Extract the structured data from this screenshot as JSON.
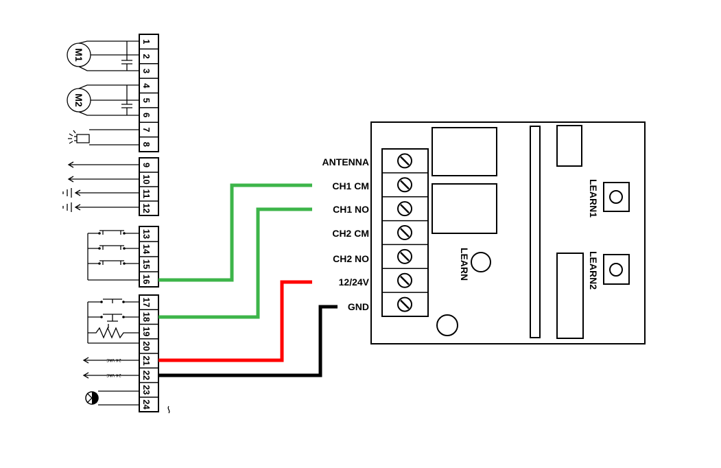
{
  "colors": {
    "wire_green": "#3db54a",
    "wire_red": "#ff0000",
    "wire_black": "#000000",
    "line": "#000000",
    "background": "#ffffff"
  },
  "motors": [
    "M1",
    "M2"
  ],
  "terminal_numbers": [
    "1",
    "2",
    "3",
    "4",
    "5",
    "6",
    "7",
    "8",
    "9",
    "10",
    "11",
    "12",
    "13",
    "14",
    "15",
    "16",
    "17",
    "18",
    "19",
    "20",
    "21",
    "22",
    "23",
    "24"
  ],
  "ac_labels": [
    "24 VAC",
    "24 VAC"
  ],
  "receiver": {
    "terminal_labels": [
      "ANTENNA",
      "CH1 CM",
      "CH1 NO",
      "CH2 CM",
      "CH2 NO",
      "12/24V",
      "GND"
    ],
    "learn_label": "LEARN",
    "learn1_label": "LEARN1",
    "learn2_label": "LEARN2"
  },
  "wires": [
    {
      "from_terminal": "16",
      "to": "CH1 CM",
      "color": "green"
    },
    {
      "from_terminal": "18",
      "to": "CH1 NO",
      "color": "green"
    },
    {
      "from_terminal": "21",
      "to": "12/24V",
      "color": "red"
    },
    {
      "from_terminal": "22",
      "to": "GND",
      "color": "black"
    }
  ]
}
